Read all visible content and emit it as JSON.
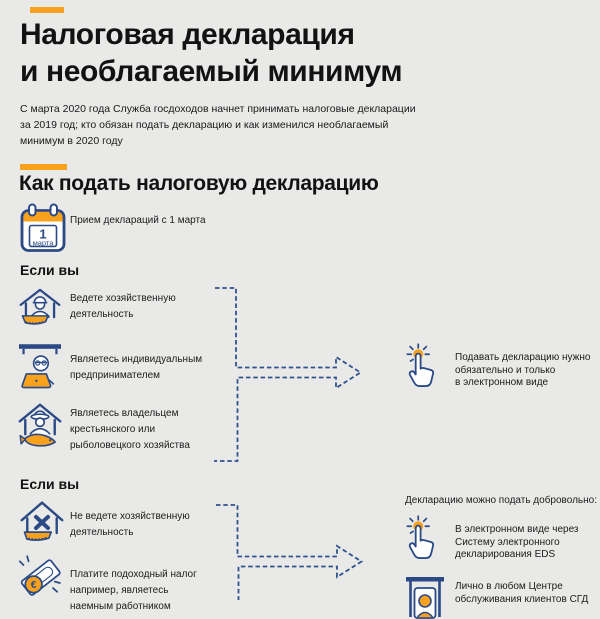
{
  "colors": {
    "background": "#e9e9e7",
    "navy": "#2b4a85",
    "orange": "#f7a11d",
    "arrow": "#2f528f",
    "text": "#1a1a1a"
  },
  "header": {
    "title": "Налоговая декларация\nи необлагаемый минимум",
    "subtitle": "С марта 2020 года Служба госдоходов начнет принимать налоговые декларации\nза 2019 год; кто обязан подать декларацию и как изменился необлагаемый\nминимум в 2020 году"
  },
  "section": {
    "title": "Как подать налоговую декларацию",
    "deadline": {
      "day": "1",
      "month": "марта",
      "label": "Прием деклараций с 1 марта"
    }
  },
  "group1": {
    "heading": "Если вы",
    "items": [
      {
        "icon": "worker-house-icon",
        "text": "Ведете хозяйственную\nдеятельность"
      },
      {
        "icon": "entrepreneur-laptop-icon",
        "text": "Являетесь индивидуальным\nпредпринимателем"
      },
      {
        "icon": "farmer-fishery-icon",
        "text": "Являетесь владельцем\nкрестьянского или\nрыболовецкого хозяйства"
      }
    ],
    "result": {
      "icon": "hand-click-icon",
      "text": "Подавать декларацию нужно\nобязательно и только\nв электронном виде"
    }
  },
  "group2": {
    "heading": "Если вы",
    "items": [
      {
        "icon": "house-closed-icon",
        "text": "Не ведете хозяйственную\nдеятельность"
      },
      {
        "icon": "income-tax-icon",
        "text": "Платите подоходный налог\nнапример, являетесь\nнаемным работником"
      }
    ],
    "result_heading": "Декларацию можно подать добровольно:",
    "options": [
      {
        "icon": "hand-click-icon",
        "text": "В электронном виде через\nСистему электронного\nдекларирования EDS"
      },
      {
        "icon": "service-center-icon",
        "text": "Лично в любом Центре\nобслуживания клиентов СГД"
      }
    ]
  },
  "glyphs": {
    "euro_symbol": "€"
  }
}
